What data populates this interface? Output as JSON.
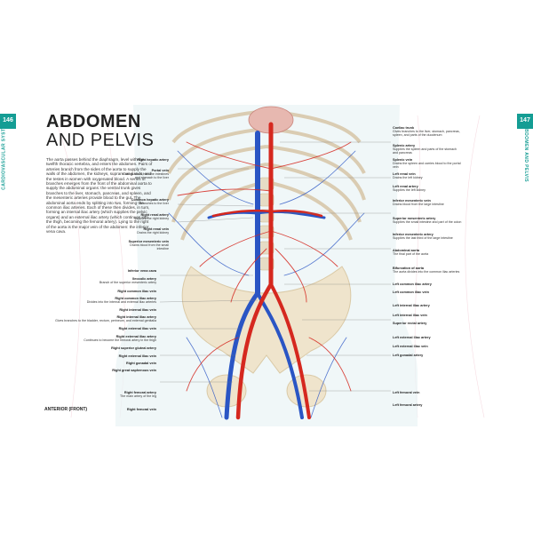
{
  "page_left": {
    "number": "146",
    "section": "CARDIOVASCULAR SYSTEM"
  },
  "page_right": {
    "number": "147",
    "section": "ABDOMEN AND PELVIS"
  },
  "title": {
    "line1": "ABDOMEN",
    "line2": "AND PELVIS"
  },
  "intro": "The aorta passes behind the diaphragm, level with the twelfth thoracic vertebra, and enters the abdomen. Pairs of arteries branch from the sides of the aorta to supply the walls of the abdomen, the kidneys, suprarenal glands, and the testes in women with oxygenated blood. A series of branches emerges from the front of the abdominal aorta to supply the abdominal organs: the ventral trunk gives branches to the liver, stomach, pancreas, and spleen, and the mesenteric arteries provide blood to the gut. The abdominal aorta ends by splitting into two, forming the common iliac arteries. Each of these then divides, in turn, forming an internal iliac artery (which supplies the pelvic organs) and an external iliac artery (which continues into the thigh, becoming the femoral artery). Lying to the right of the aorta is the major vein of the abdomen: the inferior vena cava.",
  "view_label": "ANTERIOR (FRONT)",
  "callouts_left_mid": [
    {
      "h": "Right hepatic artery",
      "t": ""
    },
    {
      "h": "Portal vein",
      "t": "Carries blood from the intestines and stomach to the liver"
    },
    {
      "h": "Common hepatic artery",
      "t": "Branches to the liver"
    },
    {
      "h": "Right renal artery",
      "t": "Supplies the right kidney"
    },
    {
      "h": "Right renal vein",
      "t": "Drains the right kidney"
    },
    {
      "h": "Superior mesenteric vein",
      "t": "Drains blood from the small intestine"
    }
  ],
  "callouts_left_low": [
    {
      "h": "Inferior vena cava",
      "t": ""
    },
    {
      "h": "Ileocolic artery",
      "t": "Branch of the superior mesenteric artery"
    },
    {
      "h": "Right common iliac vein",
      "t": ""
    },
    {
      "h": "Right common iliac artery",
      "t": "Divides into the internal and external iliac arteries"
    },
    {
      "h": "Right internal iliac vein",
      "t": ""
    },
    {
      "h": "Right internal iliac artery",
      "t": "Gives branches to the bladder, rectum, perineum, and external genitalia"
    },
    {
      "h": "Right external iliac vein",
      "t": ""
    },
    {
      "h": "Right external iliac artery",
      "t": "Continues to become the femoral artery in the thigh"
    },
    {
      "h": "Right superior gluteal artery",
      "t": ""
    },
    {
      "h": "Right external iliac vein",
      "t": ""
    },
    {
      "h": "Right gonadal vein",
      "t": ""
    },
    {
      "h": "Right great saphenous vein",
      "t": ""
    },
    {
      "h": "Right femoral artery",
      "t": "The main artery of the leg"
    },
    {
      "h": "Right femoral vein",
      "t": ""
    }
  ],
  "callouts_right": [
    {
      "h": "Coeliac trunk",
      "t": "Gives branches to the liver, stomach, pancreas, spleen, and parts of the duodenum"
    },
    {
      "h": "Splenic artery",
      "t": "Supplies the spleen and parts of the stomach and pancreas"
    },
    {
      "h": "Splenic vein",
      "t": "Drains the spleen and carries blood to the portal vein"
    },
    {
      "h": "Left renal vein",
      "t": "Drains the left kidney"
    },
    {
      "h": "Left renal artery",
      "t": "Supplies the left kidney"
    },
    {
      "h": "Inferior mesenteric vein",
      "t": "Drains blood from the large intestine"
    },
    {
      "h": "Superior mesenteric artery",
      "t": "Supplies the small intestine and part of the colon"
    },
    {
      "h": "Inferior mesenteric artery",
      "t": "Supplies the last third of the large intestine"
    },
    {
      "h": "Abdominal aorta",
      "t": "The final part of the aorta"
    },
    {
      "h": "Bifurcation of aorta",
      "t": "The aorta divides into the common iliac arteries"
    },
    {
      "h": "Left common iliac artery",
      "t": ""
    },
    {
      "h": "Left common iliac vein",
      "t": ""
    },
    {
      "h": "Left internal iliac artery",
      "t": ""
    },
    {
      "h": "Left internal iliac vein",
      "t": ""
    },
    {
      "h": "Superior rectal artery",
      "t": ""
    },
    {
      "h": "Left external iliac artery",
      "t": ""
    },
    {
      "h": "Left external iliac vein",
      "t": ""
    },
    {
      "h": "Left gonadal artery",
      "t": ""
    },
    {
      "h": "Left femoral vein",
      "t": ""
    },
    {
      "h": "Left femoral artery",
      "t": ""
    }
  ],
  "colors": {
    "accent": "#149d94",
    "artery": "#d5281f",
    "vein": "#2a55c4"
  }
}
